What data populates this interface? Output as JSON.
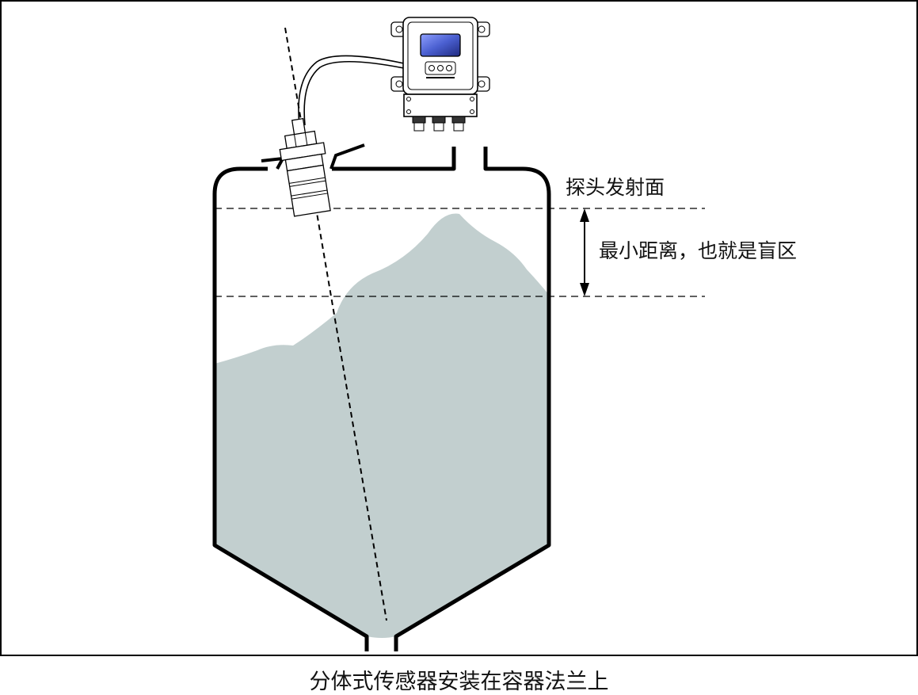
{
  "labels": {
    "probe_surface": "探头发射面",
    "min_distance": "最小距离，也就是盲区"
  },
  "caption": "分体式传感器安装在容器法兰上",
  "colors": {
    "material_fill": "#c2cfcf",
    "line": "#000000",
    "display_screen": "#4a5fd0"
  }
}
